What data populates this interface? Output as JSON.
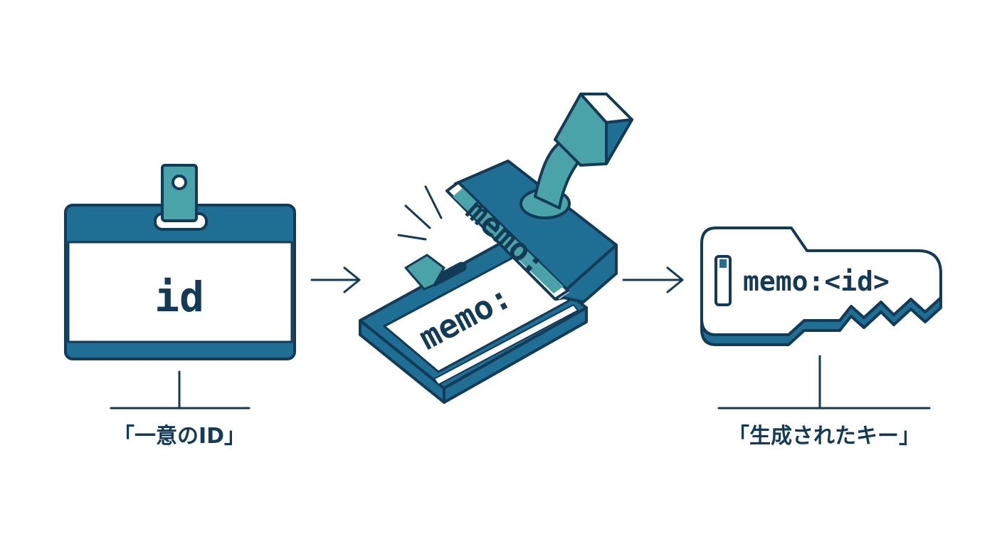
{
  "id_card": {
    "label": "id",
    "caption": "「一意のID」"
  },
  "stamp": {
    "stamp_text": "memo:",
    "stamped_text": "memo:"
  },
  "key": {
    "label": "memo:<id>",
    "caption": "「生成されたキー」"
  },
  "colors": {
    "ink": "#133a56",
    "blue": "#1f6e94",
    "teal": "#4aa3a8",
    "light": "#ffffff"
  },
  "icons": [
    "id-card-icon",
    "stamp-icon",
    "key-icon",
    "arrow-right-icon"
  ]
}
